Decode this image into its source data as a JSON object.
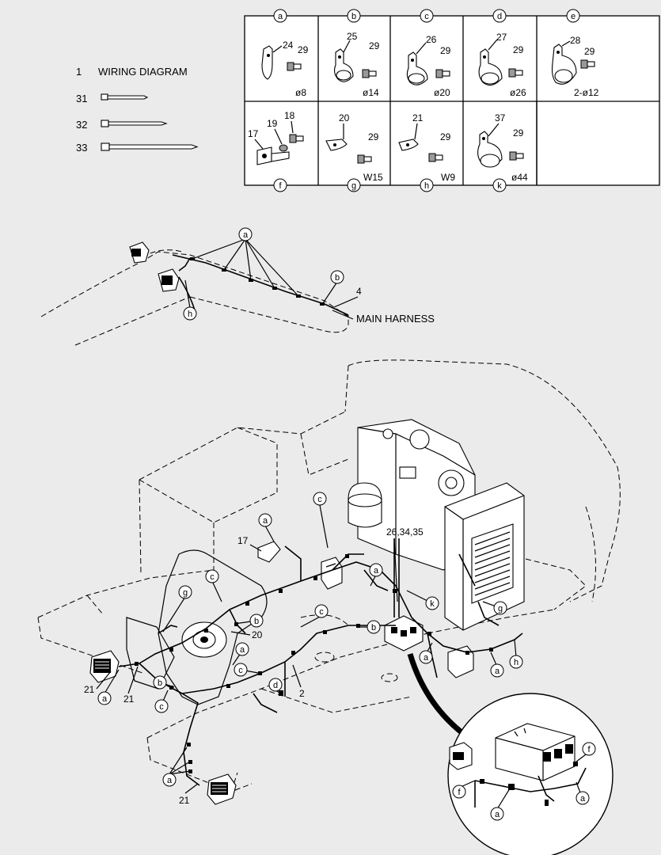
{
  "parts_list": [
    {
      "num": "1",
      "label": "WIRING DIAGRAM"
    },
    {
      "num": "31",
      "label": ""
    },
    {
      "num": "32",
      "label": ""
    },
    {
      "num": "33",
      "label": ""
    }
  ],
  "clamp_table": {
    "top_row": [
      {
        "letter": "a",
        "clamp": "24",
        "bolt": "29",
        "size": "ø8"
      },
      {
        "letter": "b",
        "clamp": "25",
        "bolt": "29",
        "size": "ø14"
      },
      {
        "letter": "c",
        "clamp": "26",
        "bolt": "29",
        "size": "ø20"
      },
      {
        "letter": "d",
        "clamp": "27",
        "bolt": "29",
        "size": "ø26"
      },
      {
        "letter": "e",
        "clamp": "28",
        "bolt": "29",
        "size": "2-ø12"
      }
    ],
    "bottom_row": [
      {
        "letter": "f",
        "parts": [
          "17",
          "19",
          "18"
        ],
        "size": ""
      },
      {
        "letter": "g",
        "parts": [
          "20",
          "29"
        ],
        "size": "W15"
      },
      {
        "letter": "h",
        "parts": [
          "21",
          "29"
        ],
        "size": "W9"
      },
      {
        "letter": "k",
        "parts": [
          "37",
          "29"
        ],
        "size": "ø44"
      }
    ]
  },
  "boom_view": {
    "callouts": [
      "a",
      "b",
      "h"
    ],
    "part_number": "4",
    "harness_label": "MAIN HARNESS"
  },
  "main_view": {
    "callouts": {
      "a": "a",
      "b": "b",
      "c": "c",
      "d": "d",
      "f": "f",
      "g": "g",
      "h": "h",
      "k": "k"
    },
    "part_labels": {
      "p17": "17",
      "p20": "20",
      "p21": "21",
      "p2": "2",
      "p263435": "26,34,35"
    }
  }
}
